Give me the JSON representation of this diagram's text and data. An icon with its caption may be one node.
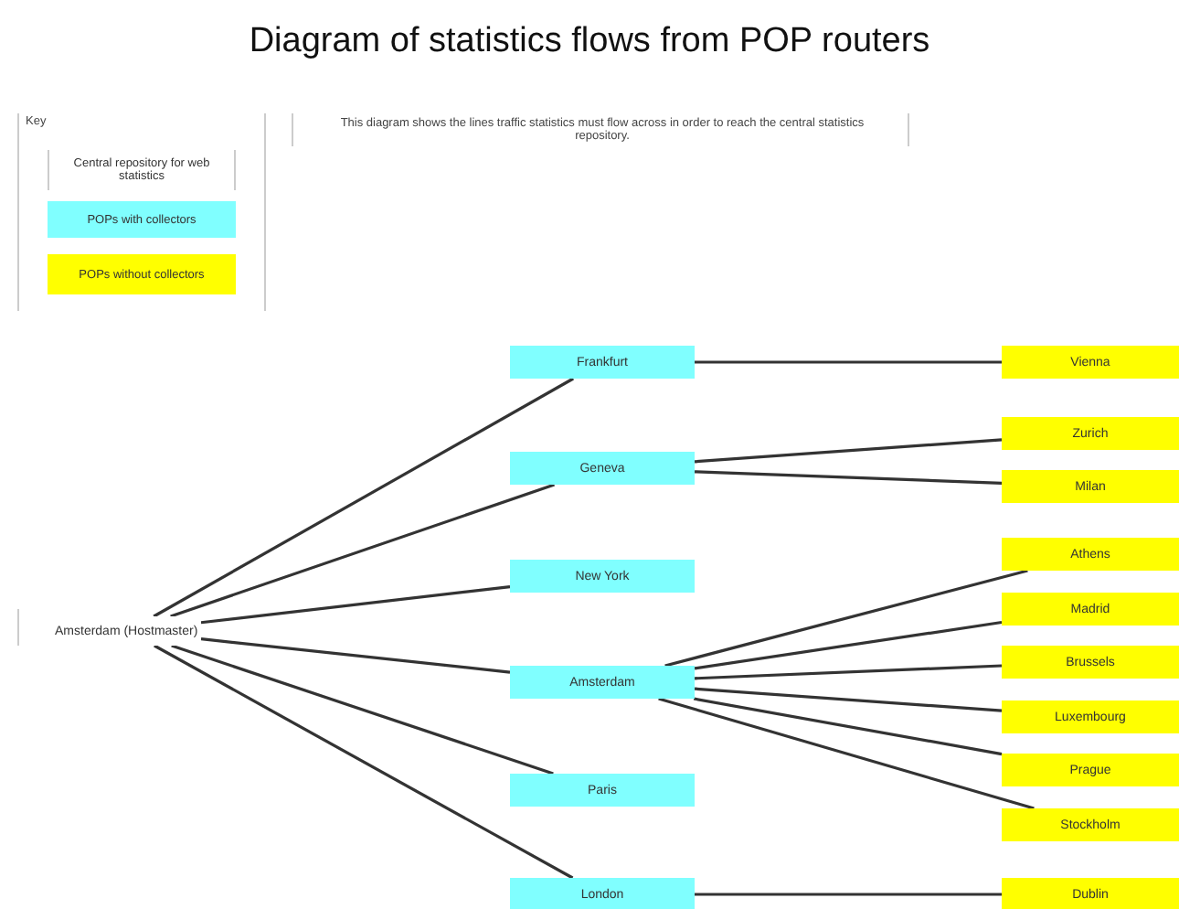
{
  "diagram": {
    "title": "Diagram of statistics flows from POP routers",
    "nodes": [
      {
        "text": [
          "Amsterdam (Hostmaster)"
        ]
      },
      {
        "text": [
          "Frankfurt"
        ]
      },
      {
        "text": [
          "Geneva"
        ]
      },
      {
        "text": [
          "New York"
        ]
      },
      {
        "text": [
          "Amsterdam"
        ]
      },
      {
        "text": [
          "Paris"
        ]
      },
      {
        "text": [
          "London"
        ]
      },
      {
        "text": [
          "Vienna"
        ]
      },
      {
        "text": [
          "Zurich"
        ]
      },
      {
        "text": [
          "Milan"
        ]
      },
      {
        "text": [
          "Athens"
        ]
      },
      {
        "text": [
          "Madrid"
        ]
      },
      {
        "text": [
          "Brussels"
        ]
      },
      {
        "text": [
          "Luxembourg"
        ]
      },
      {
        "text": [
          "Prague"
        ]
      },
      {
        "text": [
          "Stockholm"
        ]
      },
      {
        "text": [
          "Dublin"
        ]
      }
    ],
    "edges": [
      {
        "from": 0,
        "to": 1,
        "arrow": "none"
      },
      {
        "from": 0,
        "to": 2,
        "arrow": "none"
      },
      {
        "from": 0,
        "to": 3,
        "arrow": "none"
      },
      {
        "from": 0,
        "to": 4,
        "arrow": "none"
      },
      {
        "from": 0,
        "to": 5,
        "arrow": "none"
      },
      {
        "from": 0,
        "to": 6,
        "arrow": "none"
      },
      {
        "from": 1,
        "to": 7,
        "arrow": "none"
      },
      {
        "from": 2,
        "to": 8,
        "arrow": "none"
      },
      {
        "from": 2,
        "to": 9,
        "arrow": "none"
      },
      {
        "from": 4,
        "to": 10,
        "arrow": "none"
      },
      {
        "from": 4,
        "to": 11,
        "arrow": "none"
      },
      {
        "from": 4,
        "to": 12,
        "arrow": "none"
      },
      {
        "from": 4,
        "to": 13,
        "arrow": "none"
      },
      {
        "from": 4,
        "to": 14,
        "arrow": "none"
      },
      {
        "from": 4,
        "to": 15,
        "arrow": "none"
      },
      {
        "from": 6,
        "to": 16,
        "arrow": "none"
      }
    ],
    "labels": [
      "Key",
      "This diagram shows the lines traffic statistics must flow across in order to reach the central statistics repository."
    ],
    "legend": [
      {
        "text": "Central repository for web statistics"
      },
      {
        "text": "POPs with collectors",
        "color": "#80ffff"
      },
      {
        "text": "POPs without collectors",
        "color": "#ffff00"
      }
    ]
  }
}
